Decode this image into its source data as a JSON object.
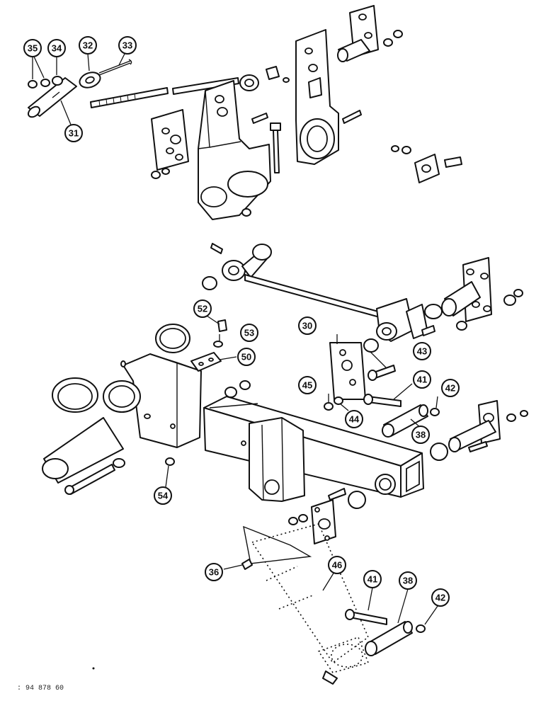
{
  "callouts": [
    {
      "id": "c35",
      "label": "35"
    },
    {
      "id": "c34",
      "label": "34"
    },
    {
      "id": "c32",
      "label": "32"
    },
    {
      "id": "c33",
      "label": "33"
    },
    {
      "id": "c31",
      "label": "31"
    },
    {
      "id": "c52",
      "label": "52"
    },
    {
      "id": "c53",
      "label": "53"
    },
    {
      "id": "c50",
      "label": "50"
    },
    {
      "id": "c30",
      "label": "30"
    },
    {
      "id": "c43",
      "label": "43"
    },
    {
      "id": "c45",
      "label": "45"
    },
    {
      "id": "c41a",
      "label": "41"
    },
    {
      "id": "c42a",
      "label": "42"
    },
    {
      "id": "c44",
      "label": "44"
    },
    {
      "id": "c38a",
      "label": "38"
    },
    {
      "id": "c54",
      "label": "54"
    },
    {
      "id": "c36",
      "label": "36"
    },
    {
      "id": "c46",
      "label": "46"
    },
    {
      "id": "c41b",
      "label": "41"
    },
    {
      "id": "c38b",
      "label": "38"
    },
    {
      "id": "c42b",
      "label": "42"
    }
  ],
  "figure_ref": ": 94 878 60"
}
